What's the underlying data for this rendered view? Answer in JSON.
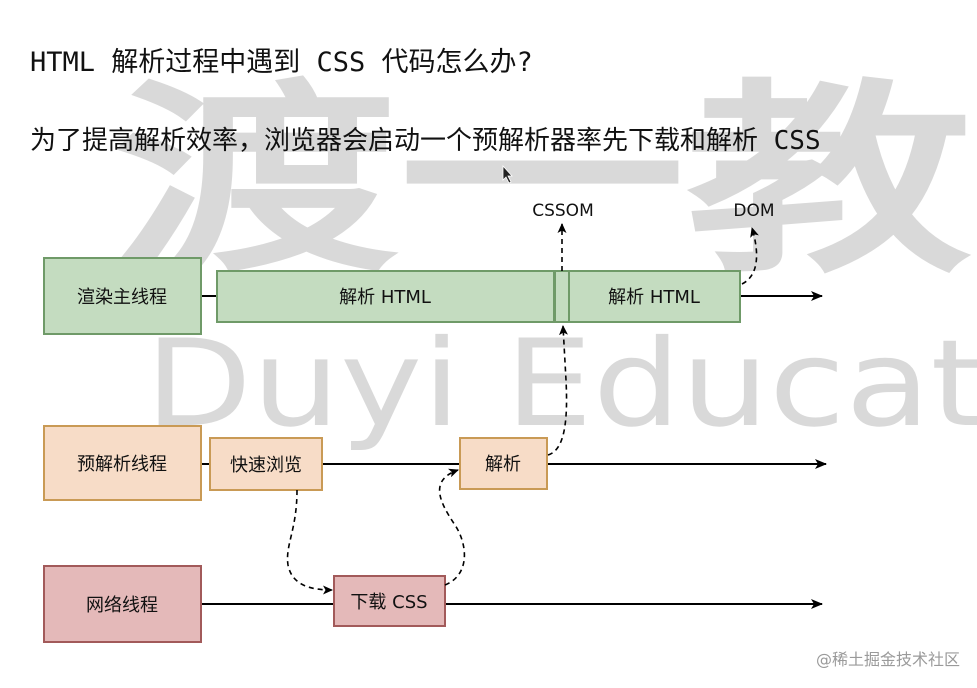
{
  "title": "HTML 解析过程中遇到 CSS 代码怎么办?",
  "subtitle": "为了提高解析效率，浏览器会启动一个预解析器率先下载和解析 CSS",
  "watermark": {
    "cn": "渡一教",
    "en": "Duyi Educat",
    "credit": "@稀土掘金技术社区"
  },
  "threads": {
    "main": "渲染主线程",
    "preparse": "预解析线程",
    "network": "网络线程"
  },
  "blocks": {
    "parse_html_1": "解析 HTML",
    "parse_html_2": "解析 HTML",
    "quick_scan": "快速浏览",
    "parse": "解析",
    "download_css": "下载 CSS"
  },
  "outputs": {
    "cssom": "CSSOM",
    "dom": "DOM"
  },
  "colors": {
    "green_fill": "#c4dcc0",
    "green_stroke": "#6f9a68",
    "orange_fill": "#f7dcc7",
    "orange_stroke": "#c99a55",
    "red_fill": "#e4b9b9",
    "red_stroke": "#a25a5a",
    "watermark": "#cfcfcf"
  }
}
